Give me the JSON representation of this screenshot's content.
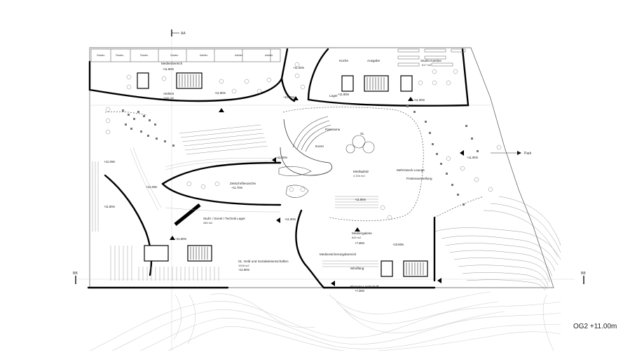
{
  "plan": {
    "level_caption": "OG2 +11.00m",
    "section_marks": {
      "aa": "AA",
      "bb_left": "BB",
      "bb_right": "BB"
    },
    "exterior": {
      "park": "Park"
    },
    "studios": [
      "Studio",
      "Studio",
      "Studio",
      "Studio",
      "Atelier",
      "Atelier",
      "Atelier"
    ],
    "rooms": {
      "medienbereich": "Medienbereich",
      "ateliers": "Ateliers",
      "ateliers_area": "1186 m2",
      "kueche": "Küche",
      "ausgabe": "Ausgabe",
      "lager": "Lager",
      "kantine": "Studio Kantine",
      "kantine_area": "617 m2",
      "panorama": "Panorama",
      "event": "Event",
      "xl": "XL",
      "mediaplatz": "Mediaplatz",
      "mediaplatz_area": "4 194 m2",
      "lounge": "Mehrzweck Lounge",
      "posterausstellung": "Posterausstellung",
      "zeitschriften": "Zeitschriftenarchiv",
      "stuhl_lager": "Stuhl- / Event / Technik Lager",
      "stuhl_lager_area": "280 m2",
      "geld_1": "01. Geld und Sozialwissenschaften",
      "geld_2": "1918 m2",
      "mediengalerie": "Mediengalerie",
      "mediengalerie_area": "649 m2",
      "sicherung": "Mediensicherungsbereich",
      "windfang": "Windfang",
      "eingang": "Eingang Landschaft"
    },
    "levels": {
      "l_1180_a": "+11.80m",
      "l_1180_b": "+11.80m",
      "l_1180_c": "+11.80m",
      "l_1100_a": "+11.00m",
      "l_1100_b": "+11.00m",
      "l_1100_c": "+11.00m",
      "l_1100_d": "+11.00m",
      "l_1100_e": "+11.00m",
      "l_1100_f": "+11.00m",
      "l_1170": "+11.70m",
      "l_1230": "+12.30m",
      "l_1280": "+12.30m",
      "l_1180_d": "+11.80m",
      "l_1180_e": "+11.80m",
      "l_1180_f": "+11.80m",
      "l_1180_g": "+11.80m",
      "l_1080": "+10.80m",
      "l_728": "+7.28m",
      "l_728b": "+7.28m"
    }
  }
}
